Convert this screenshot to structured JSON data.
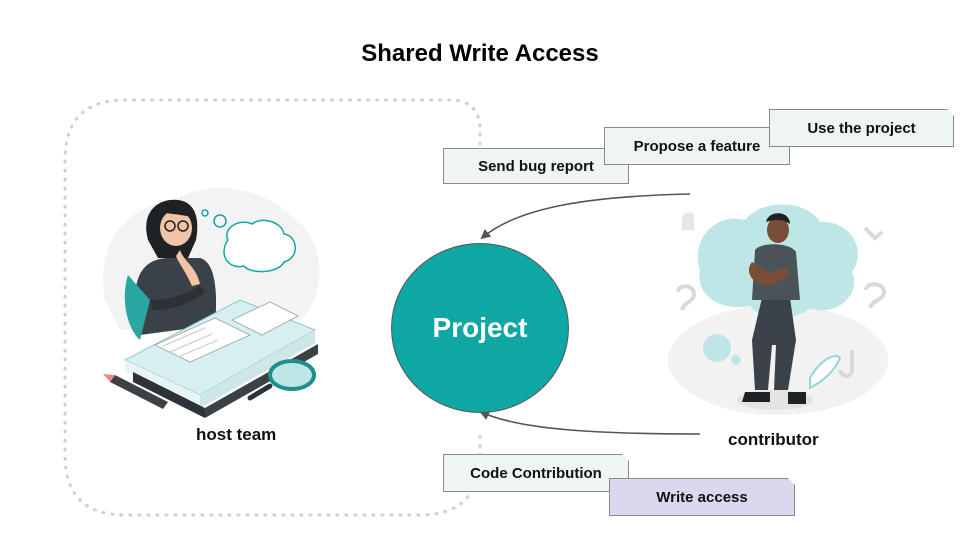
{
  "title": "Shared Write Access",
  "center_node": "Project",
  "actors": {
    "host": "host team",
    "contributor": "contributor"
  },
  "notes": {
    "bug": "Send bug report",
    "feature": "Propose a feature",
    "use": "Use the project",
    "code": "Code Contribution",
    "write": "Write access"
  },
  "colors": {
    "project": "#0ea7a4",
    "note": "#eef5f3",
    "write_note": "#dcd6ee",
    "teal_light": "#bfe6e6"
  },
  "icons": [
    "thinking-woman-illustration",
    "thinking-man-illustration",
    "magnifier-icon",
    "pencil-icon"
  ]
}
